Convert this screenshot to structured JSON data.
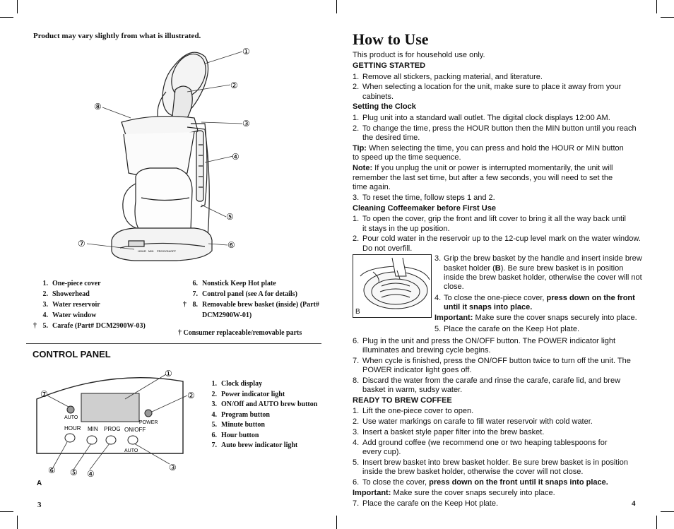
{
  "left_page": {
    "note": "Product may vary slightly from what is illustrated.",
    "diagram_callouts": [
      "①",
      "②",
      "③",
      "④",
      "⑤",
      "⑥",
      "⑦",
      "⑧"
    ],
    "diagram_panel_labels": [
      "HOUR",
      "MIN",
      "PROG",
      "ON/OFF"
    ],
    "parts_left": [
      {
        "mark": "",
        "num": "1.",
        "text": "One-piece cover"
      },
      {
        "mark": "",
        "num": "2.",
        "text": "Showerhead"
      },
      {
        "mark": "",
        "num": "3.",
        "text": "Water reservoir"
      },
      {
        "mark": "",
        "num": "4.",
        "text": "Water window"
      },
      {
        "mark": "†",
        "num": "5.",
        "text": "Carafe (Part# DCM2900W-03)"
      }
    ],
    "parts_right": [
      {
        "mark": "",
        "num": "6.",
        "text": "Nonstick Keep Hot plate"
      },
      {
        "mark": "",
        "num": "7.",
        "text": "Control panel (see A for details)"
      },
      {
        "mark": "†",
        "num": "8.",
        "text": "Removable brew basket (inside) (Part# DCM2900W-01)"
      }
    ],
    "consumer_note": "† Consumer replaceable/removable parts",
    "control_panel_title": "CONTROL PANEL",
    "panel": {
      "auto": "AUTO",
      "power": "POWER",
      "hour": "HOUR",
      "min": "MIN",
      "prog": "PROG",
      "onoff": "ON/OFF",
      "onoff_auto": "AUTO",
      "callouts": [
        "①",
        "②",
        "③",
        "④",
        "⑤",
        "⑥",
        "⑦"
      ]
    },
    "control_list": [
      {
        "num": "1.",
        "text": "Clock display"
      },
      {
        "num": "2.",
        "text": "Power indicator light"
      },
      {
        "num": "3.",
        "text": "ON/Off and AUTO brew button"
      },
      {
        "num": "4.",
        "text": "Program button"
      },
      {
        "num": "5.",
        "text": "Minute button"
      },
      {
        "num": "6.",
        "text": "Hour button"
      },
      {
        "num": "7.",
        "text": "Auto brew indicator light"
      }
    ],
    "figure_label": "A",
    "page_number": "3"
  },
  "right_page": {
    "title": "How to Use",
    "intro": "This product is for household use only.",
    "getting_started": {
      "heading": "GETTING STARTED",
      "items": [
        {
          "num": "1.",
          "text": "Remove all stickers, packing material, and literature."
        },
        {
          "num": "2.",
          "text": "When selecting a location for the unit, make sure to place it away from your cabinets."
        }
      ]
    },
    "clock": {
      "heading": "Setting the Clock",
      "items": [
        {
          "num": "1.",
          "text": "Plug unit into a standard wall outlet. The digital clock displays 12:00 AM."
        },
        {
          "num": "2.",
          "text": "To change the time, press the HOUR button then the MIN button until you reach the desired time."
        }
      ],
      "tip_label": "Tip:",
      "tip_text": " When selecting the time, you can press and hold the HOUR or MIN button to speed up the time sequence.",
      "note_label": "Note:",
      "note_text": " If you unplug the unit or power is interrupted momentarily, the unit will remember the last set time, but after a few seconds, you will need to set the time again.",
      "item3": {
        "num": "3.",
        "text": "To reset the time, follow steps 1 and 2."
      }
    },
    "cleaning": {
      "heading": "Cleaning Coffeemaker before First Use",
      "items": [
        {
          "num": "1.",
          "text": "To open the cover, grip the front and lift cover to bring it all the way back until it stays in the up position."
        },
        {
          "num": "2.",
          "text": "Pour cold water in the reservoir up to the 12-cup level mark on the water window. Do not overfill."
        }
      ],
      "step3_num": "3.",
      "step3_a": "Grip the brew basket by the handle and insert inside brew basket holder (",
      "step3_b": "B",
      "step3_c": "). Be sure brew basket is in position inside the brew basket holder, otherwise the cover will not close.",
      "step4_num": "4.",
      "step4_a": "To close the one-piece cover, ",
      "step4_b": "press down on the front until it snaps into place.",
      "important_label": "Important:",
      "important_text": " Make sure the cover snaps securely into place.",
      "step5": {
        "num": "5.",
        "text": "Place the carafe on the Keep Hot plate."
      },
      "figure_label": "B",
      "items_after": [
        {
          "num": "6.",
          "text": "Plug in the unit and press the ON/OFF button. The POWER indicator light illuminates and brewing cycle begins."
        },
        {
          "num": "7.",
          "text": "When cycle is finished, press the ON/OFF button twice to turn off the unit. The POWER indicator light goes off."
        },
        {
          "num": "8.",
          "text": "Discard the water from the carafe and rinse the carafe, carafe lid, and brew basket in warm, sudsy water."
        }
      ]
    },
    "ready": {
      "heading": "READY TO BREW COFFEE",
      "items": [
        {
          "num": "1.",
          "text": "Lift the one-piece cover to open."
        },
        {
          "num": "2.",
          "text": "Use water markings on carafe to fill water reservoir with cold water."
        },
        {
          "num": "3.",
          "text": "Insert a basket style paper filter into the brew basket."
        },
        {
          "num": "4.",
          "text": "Add ground coffee (we recommend one or two heaping tablespoons for every cup)."
        },
        {
          "num": "5.",
          "text": "Insert brew basket into brew basket holder. Be sure brew basket is in position inside the brew basket holder, otherwise the cover will not close."
        }
      ],
      "step6_num": "6.",
      "step6_a": "To close the cover, ",
      "step6_b": "press down on the front until it snaps into place.",
      "important_label": "Important:",
      "important_text": " Make sure the cover snaps securely into place.",
      "step7": {
        "num": "7.",
        "text": "Place the carafe on the Keep Hot plate."
      }
    },
    "page_number": "4"
  }
}
